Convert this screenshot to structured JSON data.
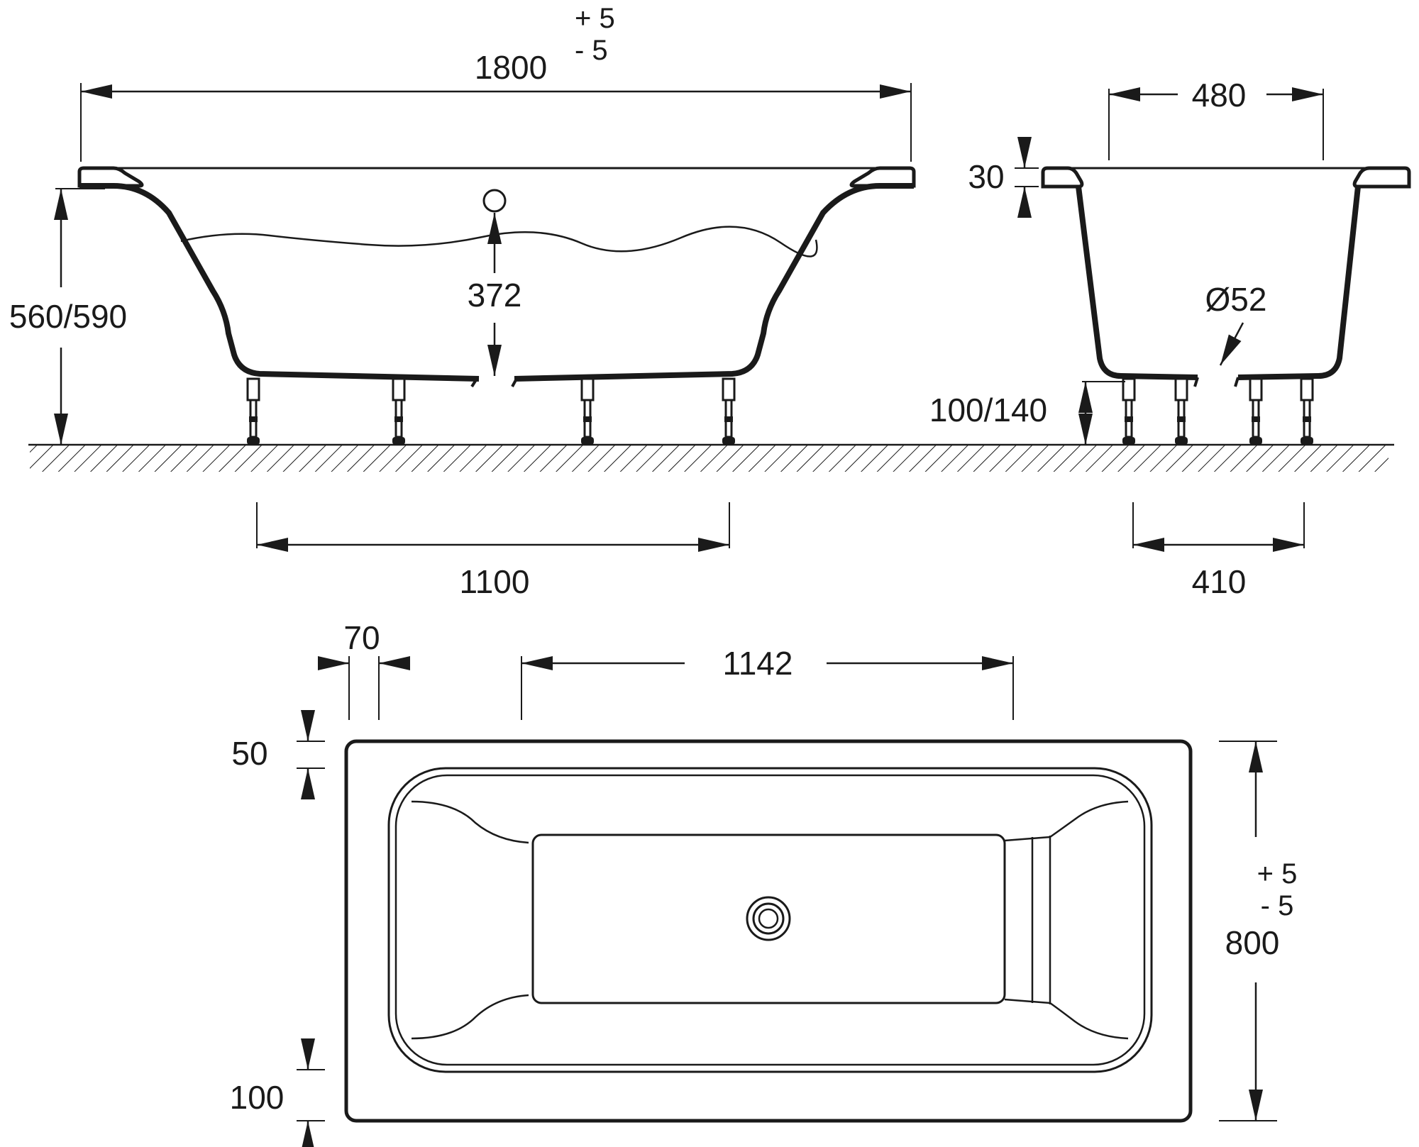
{
  "colors": {
    "ink": "#1a1a1a",
    "background": "#ffffff"
  },
  "side_view": {
    "length": "1800",
    "length_tol_plus": "+ 5",
    "length_tol_minus": "- 5",
    "height": "560/590",
    "inner_depth": "372",
    "leg_spacing": "1100"
  },
  "end_view": {
    "top_width": "480",
    "rim_thickness": "30",
    "drain_diameter": "Ø52",
    "leg_height": "100/140",
    "leg_spacing": "410"
  },
  "plan_view": {
    "rim_offset_x": "70",
    "bottom_length": "1142",
    "rim_top": "50",
    "rim_bottom": "100",
    "width": "800",
    "width_tol_plus": "+ 5",
    "width_tol_minus": "- 5"
  }
}
